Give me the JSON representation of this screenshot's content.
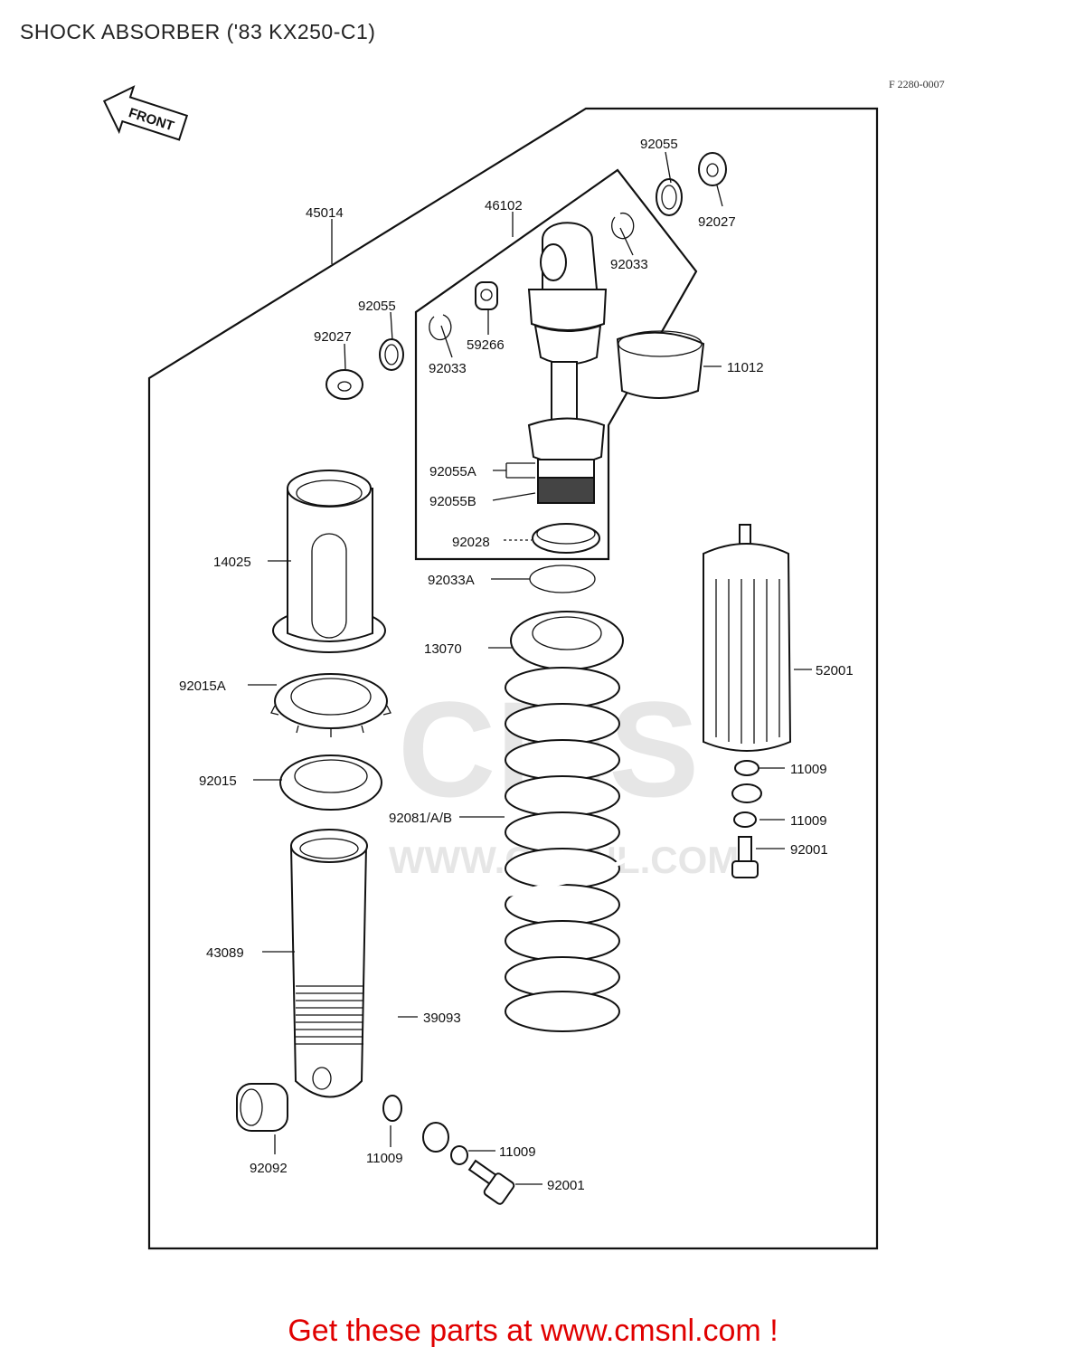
{
  "header": {
    "title": "SHOCK ABSORBER ('83 KX250-C1)",
    "diagram_code": "F 2280-0007"
  },
  "orientation_arrow": {
    "label": "FRONT",
    "icon": "front-arrow-icon"
  },
  "watermark": {
    "logo_text": "CMS",
    "url_text": "WWW.CMSNL.COM"
  },
  "callouts": {
    "p45014": "45014",
    "p46102": "46102",
    "p92055_top": "92055",
    "p92027_top": "92027",
    "p92033_top": "92033",
    "p92055_left": "92055",
    "p92027_left": "92027",
    "p59266": "59266",
    "p92033_left": "92033",
    "p11012": "11012",
    "p92055A": "92055A",
    "p92055B": "92055B",
    "p92028": "92028",
    "p92033A": "92033A",
    "p14025": "14025",
    "p13070": "13070",
    "p52001": "52001",
    "p92015A": "92015A",
    "p92015": "92015",
    "p11009_a": "11009",
    "p11009_b": "11009",
    "p92001_a": "92001",
    "p92081": "92081/A/B",
    "p43089": "43089",
    "p39093": "39093",
    "p92092": "92092",
    "p11009_c": "11009",
    "p11009_d": "11009",
    "p92001_b": "92001"
  },
  "footer": {
    "text": "Get these parts at www.cmsnl.com !",
    "color": "#e00000"
  }
}
